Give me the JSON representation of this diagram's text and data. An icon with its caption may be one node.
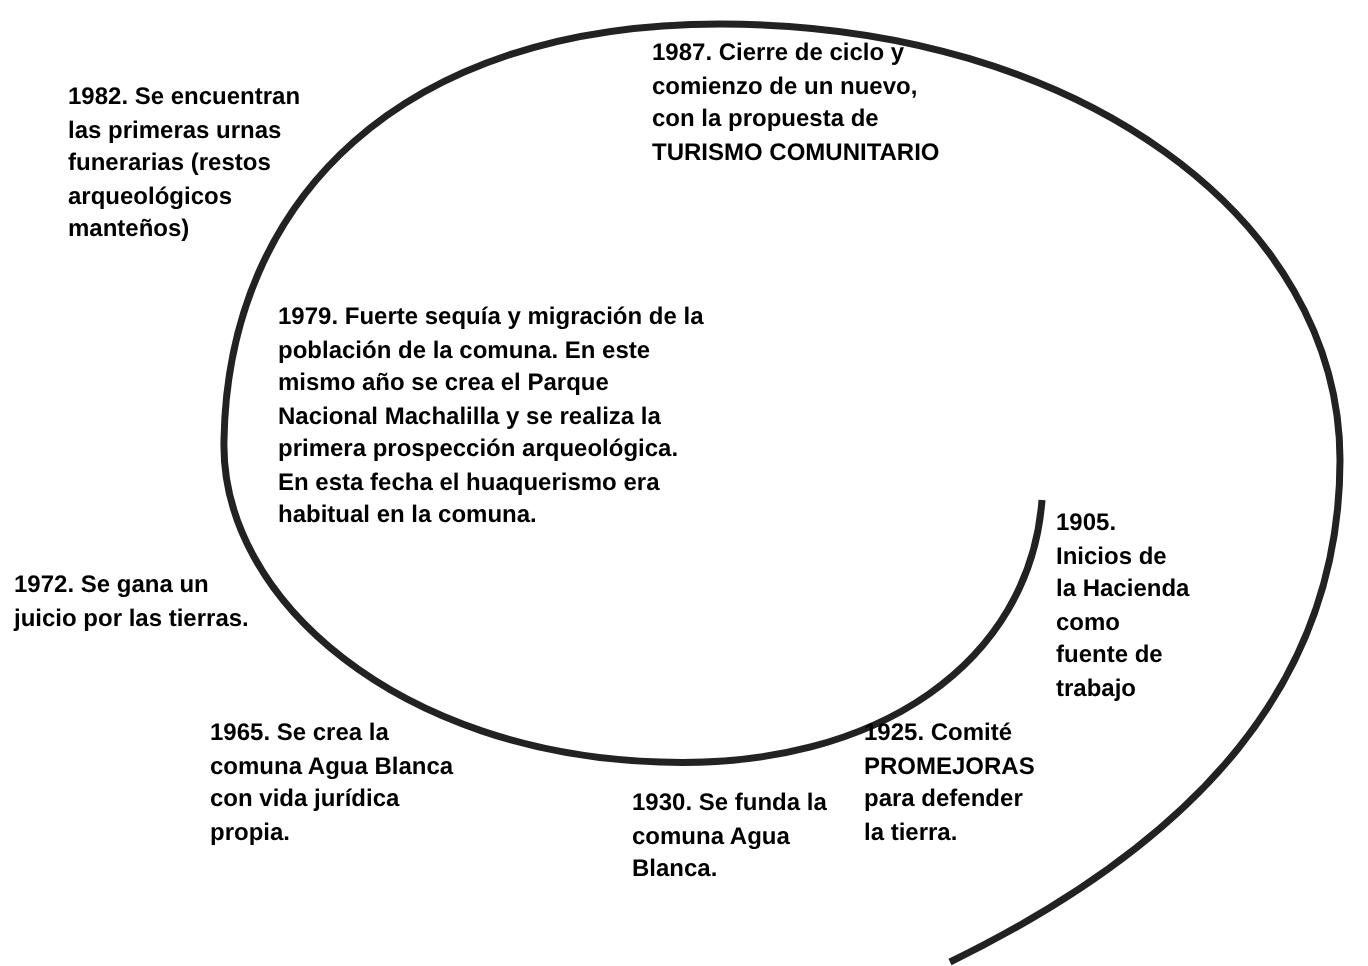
{
  "diagram": {
    "labels": [
      "1987. Cierre de ciclo y comienzo de un nuevo, con la propuesta de TURISMO COMUNITARIO",
      "1982. Se encuentran las primeras urnas funerarias (restos arqueológicos manteños)",
      "1979. Fuerte sequía y migración de la población de la comuna. En este mismo año se crea el Parque Nacional Machalilla y se realiza la primera prospección arqueológica. En esta fecha el huaquerismo era habitual en la comuna.",
      "1905. Inicios de la Hacienda como fuente de trabajo",
      "1972. Se gana un juicio por las tierras.",
      "1965. Se crea la comuna Agua Blanca con vida jurídica propia.",
      "1925. Comité PROMEJORAS para defender la tierra.",
      "1930. Se funda la comuna Agua Blanca."
    ]
  }
}
